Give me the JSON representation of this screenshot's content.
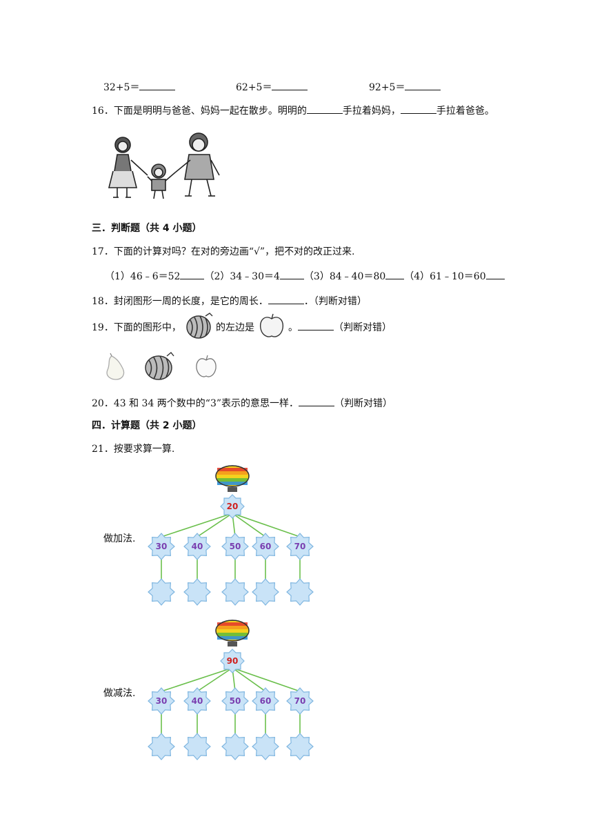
{
  "row15": {
    "q1": "32+5＝",
    "q2": "62+5＝",
    "q3": "92+5＝"
  },
  "q16": {
    "number": "16．",
    "text_a": "下面是明明与爸爸、妈妈一起在散步。明明的",
    "text_b": "手拉着妈妈，",
    "text_c": "手拉着爸爸。"
  },
  "section3": {
    "title": "三．判断题（共 4 小题）"
  },
  "q17": {
    "number": "17．",
    "text": "下面的计算对吗？在对的旁边画“√”，把不对的改正过来.",
    "items": [
      "（1）46﹣6＝52",
      "（2）34﹣30＝4",
      "（3）84﹣40＝80",
      "（4）61﹣10＝60"
    ]
  },
  "q18": {
    "number": "18．",
    "text": "封闭图形一周的长度，是它的周长．",
    "suffix": "．（判断对错）"
  },
  "q19": {
    "number": "19．",
    "text_a": "下面的图形中，",
    "text_b": "的左边是",
    "text_c": "。",
    "suffix": "（判断对错）"
  },
  "q20": {
    "number": "20．",
    "text": "43 和 34 两个数中的“3”表示的意思一样．",
    "suffix": "（判断对错）"
  },
  "section4": {
    "title": "四．计算题（共 2 小题）"
  },
  "q21": {
    "number": "21．",
    "text": "按要求算一算.",
    "diagram_add": {
      "label": "做加法.",
      "top": "20",
      "nodes": [
        "30",
        "40",
        "50",
        "60",
        "70"
      ]
    },
    "diagram_sub": {
      "label": "做减法.",
      "top": "90",
      "nodes": [
        "30",
        "40",
        "50",
        "60",
        "70"
      ]
    }
  },
  "colors": {
    "star_fill": "#c9e3f7",
    "line": "#6abf4b",
    "node_text": "#7a3fb0",
    "top_text": "#d0201e"
  }
}
